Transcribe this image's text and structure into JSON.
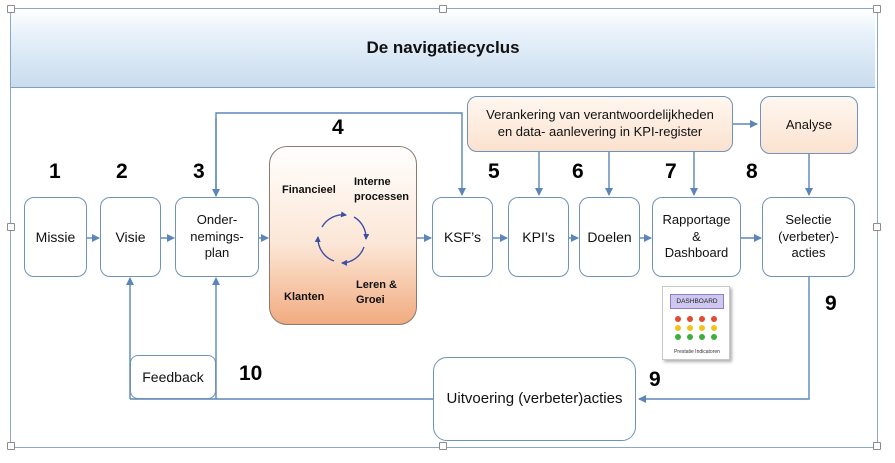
{
  "title": "De navigatiecyclus",
  "boxes": {
    "missie": "Missie",
    "visie": "Visie",
    "ondernemingsplan_l1": "Onder-",
    "ondernemingsplan_l2": "nemings-",
    "ondernemingsplan_l3": "plan",
    "ksf": "KSF’s",
    "kpi": "KPI’s",
    "doelen": "Doelen",
    "rapportage_l1": "Rapportage",
    "rapportage_l2": "&",
    "rapportage_l3": "Dashboard",
    "selectie_l1": "Selectie",
    "selectie_l2": "(verbeter)-",
    "selectie_l3": "acties",
    "verankering_l1": "Verankering van verantwoordelijkheden",
    "verankering_l2": "en data- aanlevering in KPI-register",
    "analyse": "Analyse",
    "feedback": "Feedback",
    "uitvoering": "Uitvoering (verbeter)acties"
  },
  "balanced_scorecard": {
    "financieel": "Financieel",
    "interne_l1": "Interne",
    "interne_l2": "processen",
    "klanten": "Klanten",
    "leren_l1": "Leren &",
    "leren_l2": "Groei"
  },
  "numbers": {
    "n1": "1",
    "n2": "2",
    "n3": "3",
    "n4": "4",
    "n5": "5",
    "n6": "6",
    "n7": "7",
    "n8": "8",
    "n9a": "9",
    "n9b": "9",
    "n10": "10"
  },
  "dashboard": {
    "title": "DASHBOARD",
    "caption": "Prestatie Indicatoren"
  },
  "colors": {
    "box_border": "#6f93ba",
    "arrow": "#5b86b6",
    "peach": "#f1ab80",
    "title_band": "#c9dcee"
  }
}
